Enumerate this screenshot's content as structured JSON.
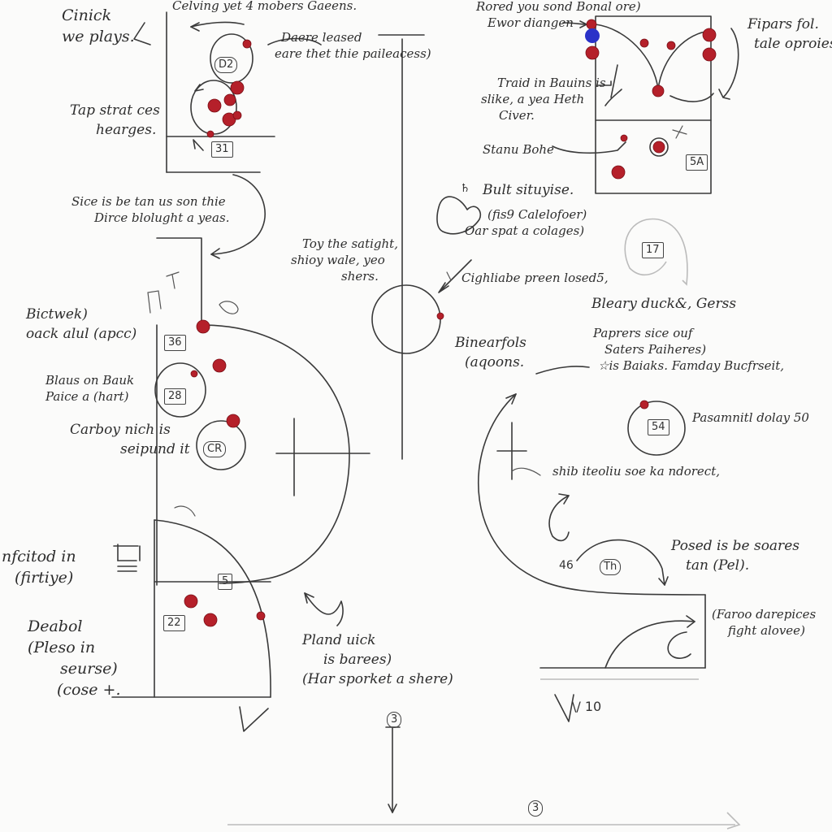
{
  "notes": {
    "n01": [
      "Cinick",
      "we plays."
    ],
    "n02": [
      "Celving yet 4 mobers Gaeens."
    ],
    "n03": [
      "Daere leased",
      "eare thet thie paileacess)"
    ],
    "n04": [
      "Tap strat ces",
      "hearges."
    ],
    "n05": [
      "Sice is be tan us son thie",
      "Dirce blolught a yeas."
    ],
    "n06": [
      "Bictwek)",
      "oack alul (apcc)"
    ],
    "n07": [
      "Blaus on Bauk",
      "Paice a (hart)"
    ],
    "n08": [
      "Carboy nich is",
      "seipund it"
    ],
    "n09": [
      "nfcitod in",
      "(firtiye)"
    ],
    "n10": [
      "Deabol",
      "(Pleso in",
      "seurse)",
      "(cose +."
    ],
    "n11": [
      "Toy the satight,",
      "shioy wale, yeo",
      "shers."
    ],
    "n12": [
      "Pland uick",
      "is barees)",
      "(Har sporket a shere)"
    ],
    "n13": [
      "Rored you sond Bonal ore)",
      "Ewor diangen"
    ],
    "n14": [
      "Fipars fol.",
      "tale oproies"
    ],
    "n15": [
      "Traid in Bauins is",
      "slike, a yea Heth",
      "Civer."
    ],
    "n16": [
      "Stanu Bohe"
    ],
    "n17": [
      "Bult situyise."
    ],
    "n18": [
      "(fis9 Calelofoer)",
      "Oar spat a colages)"
    ],
    "n19": [
      "Cighliabe preen losed5,"
    ],
    "n20": [
      "Bleary duck&, Gerss"
    ],
    "n21": [
      "Binearfols",
      "(aqoons."
    ],
    "n22": [
      "Paprers sice ouf",
      "Saters Paiheres)",
      "☆is Baiaks. Famday Bucfrseit,"
    ],
    "n23": [
      "Pasamnitl dolay 50"
    ],
    "n24": [
      "shib iteoliu soe ka ndorect,"
    ],
    "n25": [
      "Posed is be soares",
      "tan (Pel)."
    ],
    "n26": [
      "(Faroo darepices",
      "fight alovee)"
    ]
  },
  "tags": {
    "t01": "D2",
    "t02": "31",
    "t03": "36",
    "t04": "28",
    "t05": "CR",
    "t06": "5",
    "t07": "22",
    "t08": "17",
    "t09": "54",
    "t10": "5A",
    "t11": "Th",
    "t12": "3",
    "t13": "3"
  },
  "symbols": {
    "s01": "\\/ 10",
    "s02": "♄",
    "s03": "46"
  },
  "colors": {
    "ink": "#3a3a3a",
    "player": "#b5202a",
    "player_blue": "#2a32c8"
  },
  "icons": [
    "doodle-figure-icon",
    "arrow-icon"
  ]
}
